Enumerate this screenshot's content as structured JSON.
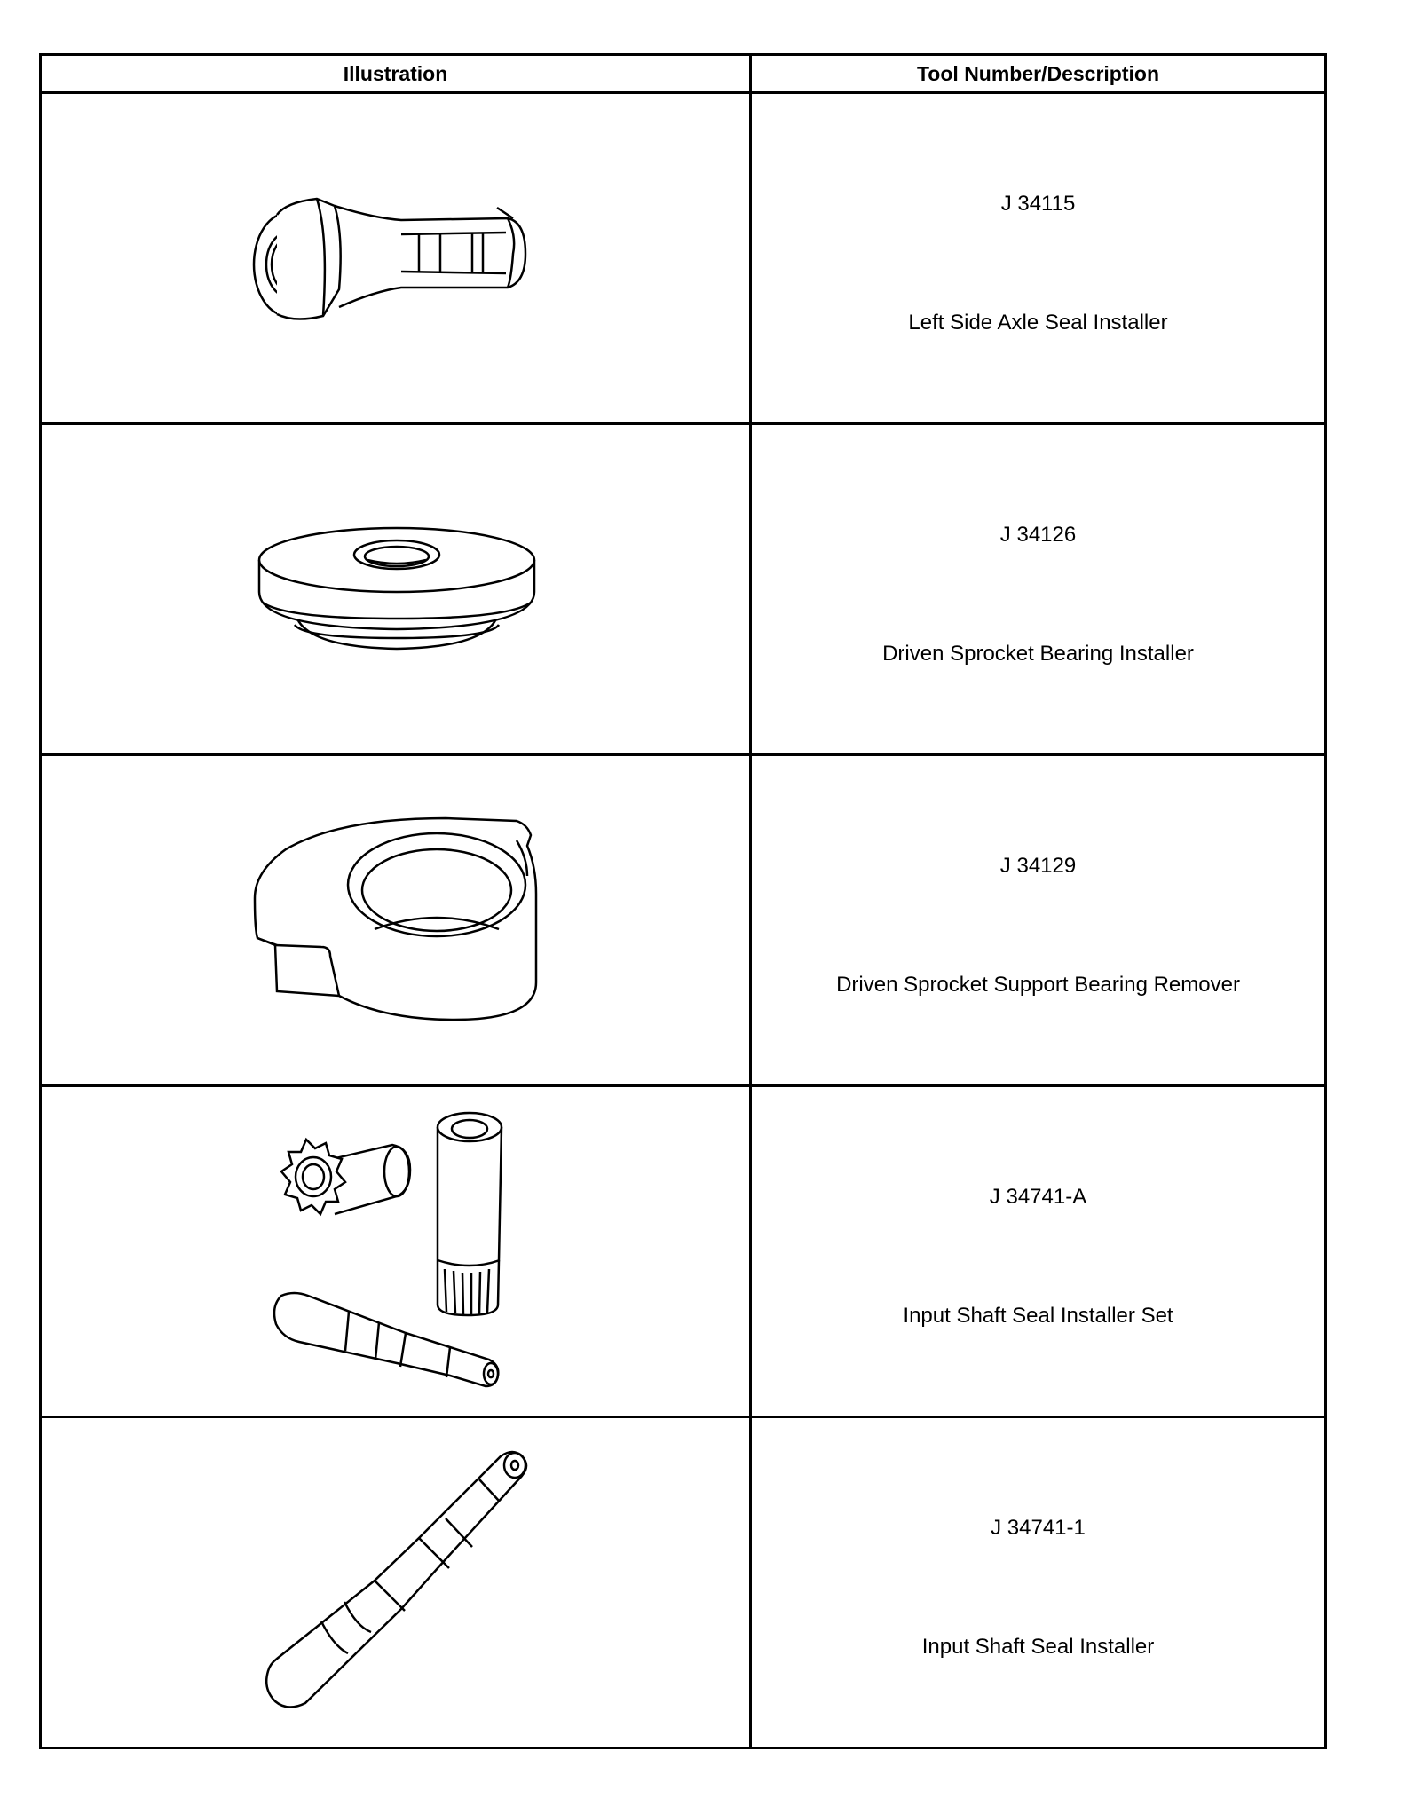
{
  "table": {
    "headers": {
      "illustration": "Illustration",
      "tool": "Tool Number/Description"
    },
    "rows": [
      {
        "number": "J 34115",
        "description": "Left Side Axle Seal Installer",
        "icon": "axle-seal-installer-icon"
      },
      {
        "number": "J 34126",
        "description": "Driven Sprocket Bearing Installer",
        "icon": "bearing-installer-icon"
      },
      {
        "number": "J 34129",
        "description": "Driven Sprocket Support Bearing Remover",
        "icon": "bearing-remover-icon"
      },
      {
        "number": "J 34741-A",
        "description": "Input Shaft Seal Installer Set",
        "icon": "seal-installer-set-icon"
      },
      {
        "number": "J 34741-1",
        "description": "Input Shaft Seal Installer",
        "icon": "seal-installer-icon"
      }
    ]
  }
}
